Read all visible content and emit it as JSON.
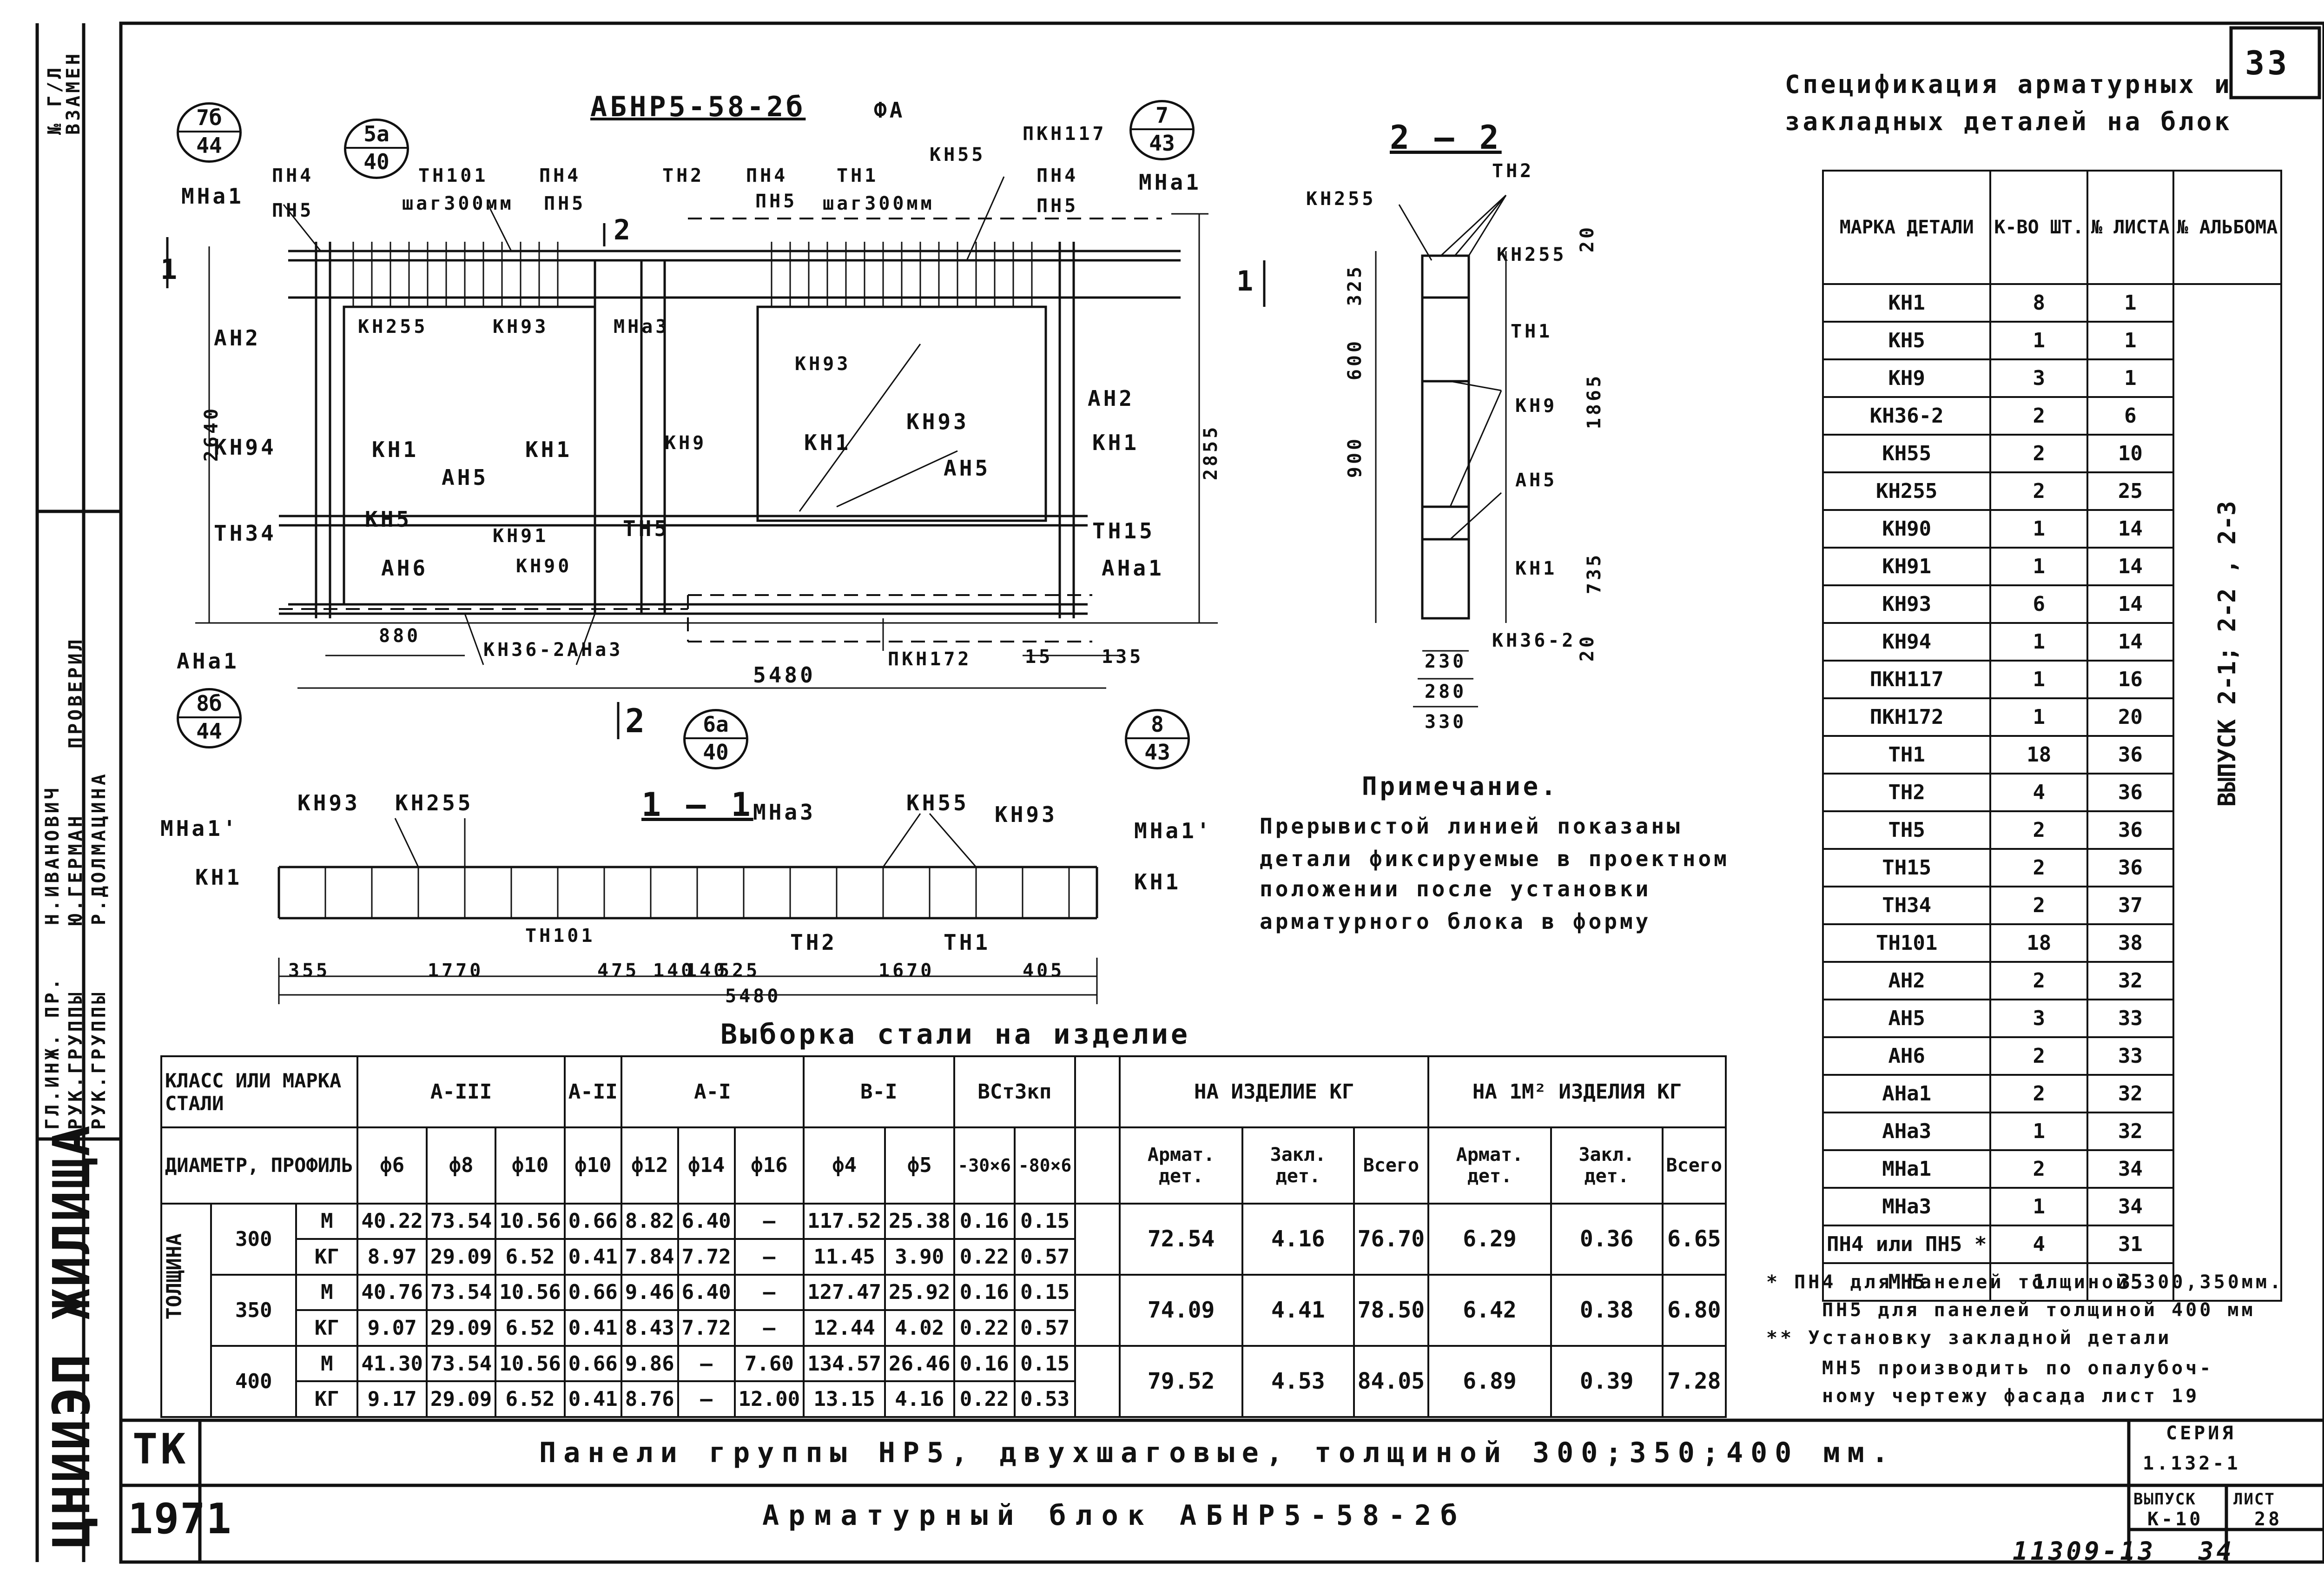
{
  "sheet_number": "33",
  "margin_stamp": {
    "inv_no": "№ Г/Л",
    "vzamen": "ВЗАМЕН",
    "roles": [
      "ГЛ.ИНЖ. ПР.",
      "РУК.ГРУППЫ",
      "РУК.ГРУППЫ"
    ],
    "names": [
      "Н.ИВАНОВИЧ",
      "Ю.ГЕРМАН",
      "Р.ДОЛМАЦИНА"
    ],
    "provereno": "ПРОВЕРИЛ",
    "ruk_gruppy": "РУК.ГРУППЫ",
    "dolmacina": "Р.ДОЛМАЦИНА",
    "logo": "ЦНИИЭП ЖИЛИЩА"
  },
  "main_view": {
    "title": "АБНР5-58-2б",
    "fa": "ФА",
    "section_marks": [
      "1",
      "1",
      "2",
      "2"
    ],
    "circle_callouts": [
      {
        "top": "7б",
        "bottom": "44"
      },
      {
        "top": "5а",
        "bottom": "40"
      },
      {
        "top": "7",
        "bottom": "43"
      },
      {
        "top": "8б",
        "bottom": "44"
      },
      {
        "top": "6а",
        "bottom": "40"
      },
      {
        "top": "8",
        "bottom": "43"
      }
    ],
    "labels": [
      "МНа1",
      "ПН4",
      "ПН5",
      "ТН101",
      "шаг300мм",
      "ПН4",
      "ПН5",
      "ТН2",
      "ПН4",
      "ПН5",
      "ТН1",
      "шаг300мм",
      "КН55",
      "ПКН117",
      "ПН4",
      "ПН5",
      "МНа1",
      "АН2",
      "КН255",
      "КН93",
      "МНа3",
      "КН93",
      "АН2",
      "КН94",
      "КН1",
      "КН1",
      "КН9",
      "КН1",
      "КН93",
      "КН1",
      "АН5",
      "АН5",
      "ТН34",
      "КН5",
      "КН91",
      "ТН5",
      "ТН15",
      "АН6",
      "КН90",
      "АНа1",
      "АНа1",
      "КН36-2",
      "АНа3",
      "ПКН172"
    ],
    "dims": [
      "2640",
      "2855",
      "880",
      "5480",
      "15",
      "135"
    ]
  },
  "section_2_2": {
    "title": "2 — 2",
    "labels": [
      "КН255",
      "ТН2",
      "КН255",
      "ТН1",
      "КН9",
      "АН5",
      "КН1",
      "КН36-2"
    ],
    "dims": [
      "20",
      "325",
      "600",
      "900",
      "1865",
      "735",
      "20",
      "230",
      "280",
      "330"
    ]
  },
  "section_1_1": {
    "title": "1 — 1",
    "labels": [
      "КН93",
      "КН255",
      "МНа1'",
      "КН1",
      "МНа3",
      "КН55",
      "КН93",
      "МНа1'",
      "КН1",
      "ТН101",
      "ТН2",
      "ТН1"
    ],
    "dims": [
      "355",
      "1770",
      "475",
      "140",
      "140",
      "525",
      "1670",
      "405",
      "5480"
    ]
  },
  "note": {
    "title": "Примечание.",
    "lines": [
      "Прерывистой линией показаны",
      "детали фиксируемые в проектном",
      "положении после установки",
      "арматурного блока в форму"
    ]
  },
  "spec": {
    "title_lines": [
      "Спецификация арматурных и",
      "закладных деталей на блок"
    ],
    "headers": [
      "МАРКА ДЕТАЛИ",
      "К-ВО ШТ.",
      "№ ЛИСТА",
      "№ АЛЬБОМА"
    ],
    "album": "ВЫПУСК 2-1; 2-2 , 2-3",
    "rows": [
      [
        "КН1",
        "8",
        "1"
      ],
      [
        "КН5",
        "1",
        "1"
      ],
      [
        "КН9",
        "3",
        "1"
      ],
      [
        "КН36-2",
        "2",
        "6"
      ],
      [
        "КН55",
        "2",
        "10"
      ],
      [
        "КН255",
        "2",
        "25"
      ],
      [
        "КН90",
        "1",
        "14"
      ],
      [
        "КН91",
        "1",
        "14"
      ],
      [
        "КН93",
        "6",
        "14"
      ],
      [
        "КН94",
        "1",
        "14"
      ],
      [
        "ПКН117",
        "1",
        "16"
      ],
      [
        "ПКН172",
        "1",
        "20"
      ],
      [
        "ТН1",
        "18",
        "36"
      ],
      [
        "ТН2",
        "4",
        "36"
      ],
      [
        "ТН5",
        "2",
        "36"
      ],
      [
        "ТН15",
        "2",
        "36"
      ],
      [
        "ТН34",
        "2",
        "37"
      ],
      [
        "ТН101",
        "18",
        "38"
      ],
      [
        "АН2",
        "2",
        "32"
      ],
      [
        "АН5",
        "3",
        "33"
      ],
      [
        "АН6",
        "2",
        "33"
      ],
      [
        "АНа1",
        "2",
        "32"
      ],
      [
        "АНа3",
        "1",
        "32"
      ],
      [
        "МНа1",
        "2",
        "34"
      ],
      [
        "МНа3",
        "1",
        "34"
      ],
      [
        "ПН4 или ПН5 *",
        "4",
        "31"
      ],
      [
        "МН5",
        "1",
        "35"
      ]
    ]
  },
  "footnotes": [
    "* ПН4 для панелей толщиной 300,350мм.",
    "ПН5 для панелей толщиной 400 мм",
    "** Установку закладной детали",
    "МН5 производить по опалубоч-",
    "ному чертежу фасада лист 19"
  ],
  "selection": {
    "title": "Выборка стали на изделие",
    "class_hdr": "КЛАСС ИЛИ МАРКА СТАЛИ",
    "diam_hdr": "ДИАМЕТР, ПРОФИЛЬ",
    "groups": [
      "А-III",
      "А-II",
      "А-I",
      "В-I",
      "ВСт3кп"
    ],
    "per_item_hdr": "НА ИЗДЕЛИЕ КГ",
    "per_m2_hdr": "НА 1М² ИЗДЕЛИЯ КГ",
    "diameters": [
      "ф6",
      "ф8",
      "ф10",
      "ф10",
      "ф12",
      "ф14",
      "ф16",
      "ф4",
      "ф5",
      "-30×6",
      "-80×6"
    ],
    "sum_hdrs": [
      "Армат. дет.",
      "Закл. дет.",
      "Всего",
      "Армат. дет.",
      "Закл. дет.",
      "Всего"
    ],
    "thickness_label": "ТОЛЩИНА",
    "rows": [
      {
        "thick": "300",
        "m": [
          "40.22",
          "73.54",
          "10.56",
          "0.66",
          "8.82",
          "6.40",
          "—",
          "117.52",
          "25.38",
          "0.16",
          "0.15"
        ],
        "kg": [
          "8.97",
          "29.09",
          "6.52",
          "0.41",
          "7.84",
          "7.72",
          "—",
          "11.45",
          "3.90",
          "0.22",
          "0.57"
        ],
        "sums": [
          "72.54",
          "4.16",
          "76.70",
          "6.29",
          "0.36",
          "6.65"
        ]
      },
      {
        "thick": "350",
        "m": [
          "40.76",
          "73.54",
          "10.56",
          "0.66",
          "9.46",
          "6.40",
          "—",
          "127.47",
          "25.92",
          "0.16",
          "0.15"
        ],
        "kg": [
          "9.07",
          "29.09",
          "6.52",
          "0.41",
          "8.43",
          "7.72",
          "—",
          "12.44",
          "4.02",
          "0.22",
          "0.57"
        ],
        "sums": [
          "74.09",
          "4.41",
          "78.50",
          "6.42",
          "0.38",
          "6.80"
        ]
      },
      {
        "thick": "400",
        "m": [
          "41.30",
          "73.54",
          "10.56",
          "0.66",
          "9.86",
          "—",
          "7.60",
          "134.57",
          "26.46",
          "0.16",
          "0.15"
        ],
        "kg": [
          "9.17",
          "29.09",
          "6.52",
          "0.41",
          "8.76",
          "—",
          "12.00",
          "13.15",
          "4.16",
          "0.22",
          "0.53"
        ],
        "sums": [
          "79.52",
          "4.53",
          "84.05",
          "6.89",
          "0.39",
          "7.28"
        ]
      }
    ],
    "unit_m": "М",
    "unit_kg": "КГ"
  },
  "title_block": {
    "tk": "ТК",
    "year": "1971",
    "line1": "Панели группы НР5, двухшаговые, толщиной 300;350;400 мм.",
    "line2": "Арматурный блок АБНР5-58-2б",
    "seriya_label": "СЕРИЯ",
    "seriya": "1.132-1",
    "vypusk_label": "ВЫПУСК",
    "vypusk": "К-10",
    "list_label": "ЛИСТ",
    "list": "28"
  },
  "inv_bottom": "11309-13",
  "page_bottom": "34"
}
